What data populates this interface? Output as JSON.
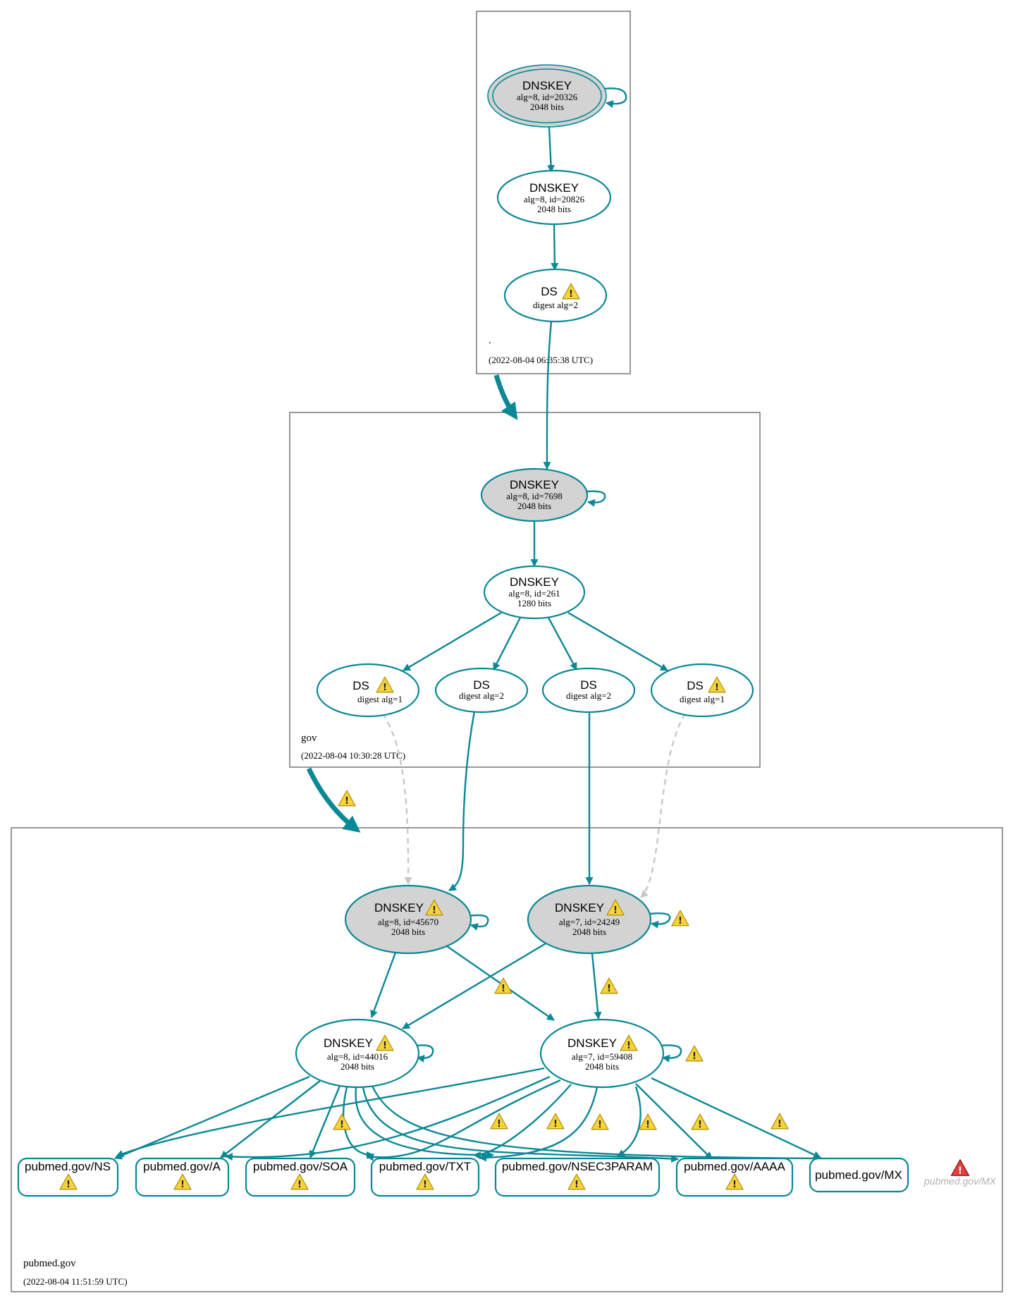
{
  "zones": [
    {
      "name": ".",
      "timestamp": "(2022-08-04 06:35:38 UTC)"
    },
    {
      "name": "gov",
      "timestamp": "(2022-08-04 10:30:28 UTC)"
    },
    {
      "name": "pubmed.gov",
      "timestamp": "(2022-08-04 11:51:59 UTC)"
    }
  ],
  "nodes": {
    "root_ksk": {
      "title": "DNSKEY",
      "line1": "alg=8, id=20326",
      "line2": "2048 bits"
    },
    "root_zsk": {
      "title": "DNSKEY",
      "line1": "alg=8, id=20826",
      "line2": "2048 bits"
    },
    "root_ds": {
      "title": "DS",
      "line1": "digest alg=2"
    },
    "gov_ksk": {
      "title": "DNSKEY",
      "line1": "alg=8, id=7698",
      "line2": "2048 bits"
    },
    "gov_zsk": {
      "title": "DNSKEY",
      "line1": "alg=8, id=261",
      "line2": "1280 bits"
    },
    "gov_ds1": {
      "title": "DS",
      "line1": "digest alg=1"
    },
    "gov_ds2": {
      "title": "DS",
      "line1": "digest alg=2"
    },
    "gov_ds3": {
      "title": "DS",
      "line1": "digest alg=2"
    },
    "gov_ds4": {
      "title": "DS",
      "line1": "digest alg=1"
    },
    "pm_ksk8": {
      "title": "DNSKEY",
      "line1": "alg=8, id=45670",
      "line2": "2048 bits"
    },
    "pm_ksk7": {
      "title": "DNSKEY",
      "line1": "alg=7, id=24249",
      "line2": "2048 bits"
    },
    "pm_zsk8": {
      "title": "DNSKEY",
      "line1": "alg=8, id=44016",
      "line2": "2048 bits"
    },
    "pm_zsk7": {
      "title": "DNSKEY",
      "line1": "alg=7, id=59408",
      "line2": "2048 bits"
    }
  },
  "rrsets": [
    "pubmed.gov/NS",
    "pubmed.gov/A",
    "pubmed.gov/SOA",
    "pubmed.gov/TXT",
    "pubmed.gov/NSEC3PARAM",
    "pubmed.gov/AAAA",
    "pubmed.gov/MX"
  ],
  "missing_rrset": "pubmed.gov/MX",
  "colors": {
    "edge": "#0a8895",
    "insecure_edge": "#c8c8c8",
    "sep_fill": "#d3d3d3",
    "warning": "#f5d33b",
    "error": "#e24040"
  },
  "icons": {
    "warning": "warning-icon",
    "error": "error-icon"
  }
}
